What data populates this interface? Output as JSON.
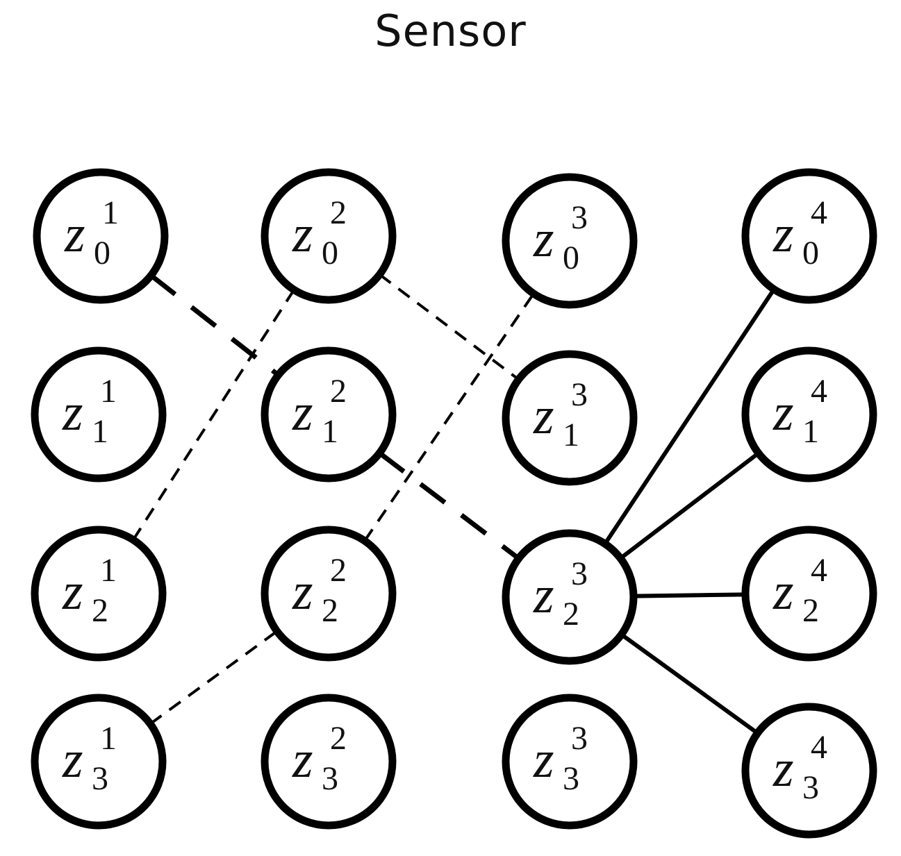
{
  "title": "Sensor",
  "colors": {
    "stroke": "#000000",
    "background": "#ffffff",
    "text": "#111111"
  },
  "nodes": [
    {
      "id": "z0-1",
      "base": "z",
      "sub": "0",
      "sup": "1"
    },
    {
      "id": "z1-1",
      "base": "z",
      "sub": "1",
      "sup": "1"
    },
    {
      "id": "z2-1",
      "base": "z",
      "sub": "2",
      "sup": "1"
    },
    {
      "id": "z3-1",
      "base": "z",
      "sub": "3",
      "sup": "1"
    },
    {
      "id": "z0-2",
      "base": "z",
      "sub": "0",
      "sup": "2"
    },
    {
      "id": "z1-2",
      "base": "z",
      "sub": "1",
      "sup": "2"
    },
    {
      "id": "z2-2",
      "base": "z",
      "sub": "2",
      "sup": "2"
    },
    {
      "id": "z3-2",
      "base": "z",
      "sub": "3",
      "sup": "2"
    },
    {
      "id": "z0-3",
      "base": "z",
      "sub": "0",
      "sup": "3"
    },
    {
      "id": "z1-3",
      "base": "z",
      "sub": "1",
      "sup": "3"
    },
    {
      "id": "z2-3",
      "base": "z",
      "sub": "2",
      "sup": "3"
    },
    {
      "id": "z3-3",
      "base": "z",
      "sub": "3",
      "sup": "3"
    },
    {
      "id": "z0-4",
      "base": "z",
      "sub": "0",
      "sup": "4"
    },
    {
      "id": "z1-4",
      "base": "z",
      "sub": "1",
      "sup": "4"
    },
    {
      "id": "z2-4",
      "base": "z",
      "sub": "2",
      "sup": "4"
    },
    {
      "id": "z3-4",
      "base": "z",
      "sub": "3",
      "sup": "4"
    }
  ],
  "edges": [
    {
      "from": "z0-1",
      "to": "z1-2",
      "style": "long-dash"
    },
    {
      "from": "z1-2",
      "to": "z2-3",
      "style": "long-dash"
    },
    {
      "from": "z2-1",
      "to": "z0-2",
      "style": "short-dash"
    },
    {
      "from": "z3-1",
      "to": "z2-2",
      "style": "short-dash"
    },
    {
      "from": "z2-2",
      "to": "z0-3",
      "style": "short-dash"
    },
    {
      "from": "z0-2",
      "to": "z1-3",
      "style": "short-dash"
    },
    {
      "from": "z2-3",
      "to": "z0-4",
      "style": "solid"
    },
    {
      "from": "z2-3",
      "to": "z1-4",
      "style": "solid"
    },
    {
      "from": "z2-3",
      "to": "z2-4",
      "style": "solid"
    },
    {
      "from": "z2-3",
      "to": "z3-4",
      "style": "solid"
    }
  ]
}
